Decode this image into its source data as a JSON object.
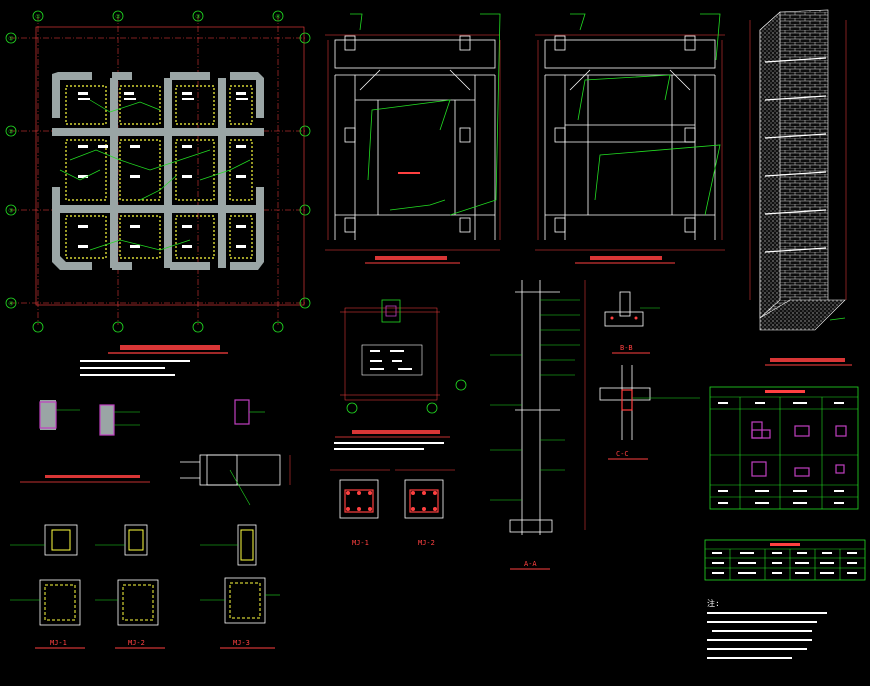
{
  "axis_labels": {
    "columns": [
      "①",
      "②",
      "③",
      "④"
    ],
    "rows": [
      "①",
      "②",
      "③",
      "④"
    ]
  },
  "details": {
    "section_a": "A-A",
    "section_b": "B-B",
    "section_c": "C-C",
    "details_mj": [
      "MJ-1",
      "MJ-2"
    ],
    "sections_bottom": [
      "MJ-1",
      "MJ-2",
      "MJ-3"
    ]
  },
  "notes": {
    "heading": "注:"
  },
  "colors": {
    "background": "#000000",
    "dimension": "#ff4040",
    "geometry": "#ffffff",
    "callout": "#22dd22",
    "rebar": "#ffff40",
    "wall_fill": "#9aa5a5",
    "accent": "#c040c0",
    "axis_marker": "#22dd22",
    "table_border": "#22dd22"
  }
}
